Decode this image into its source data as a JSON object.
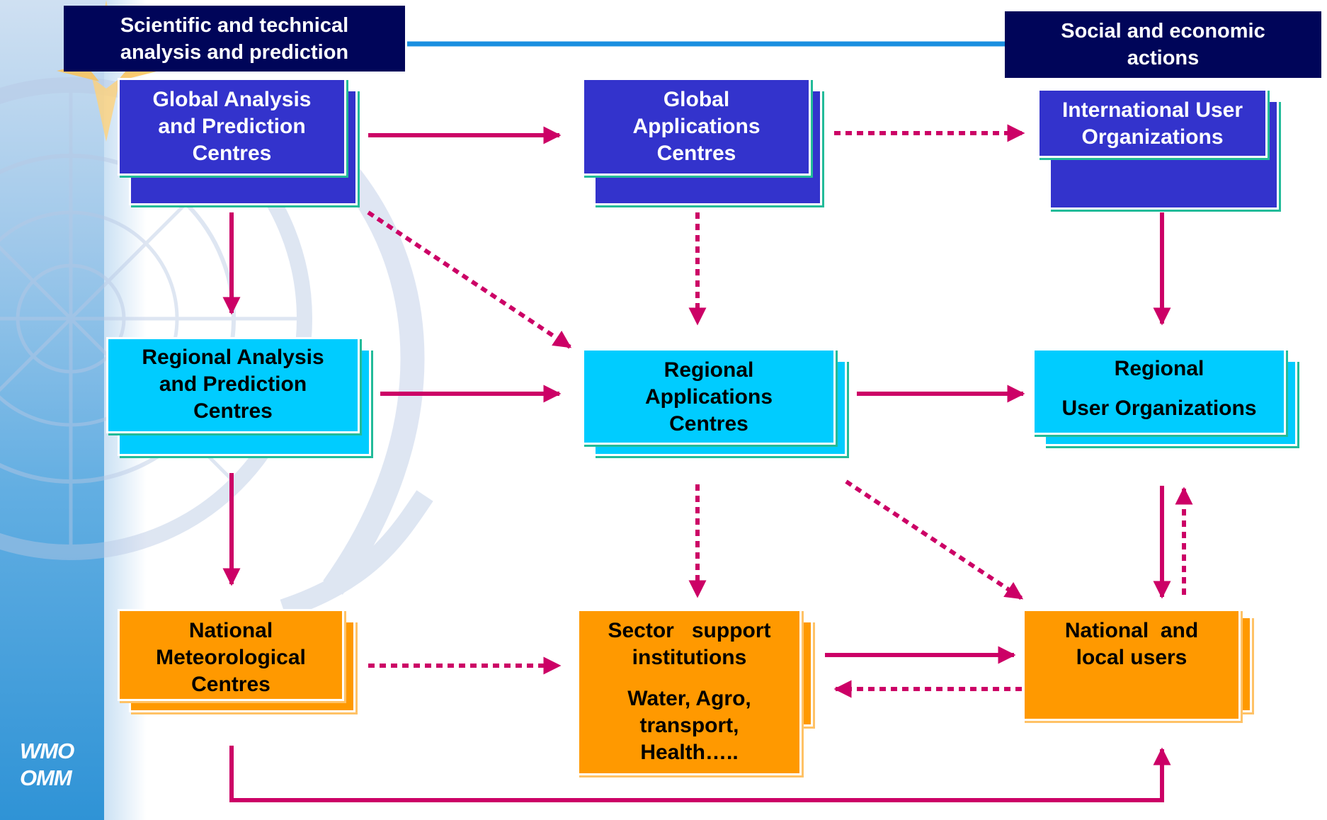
{
  "header": {
    "left_label": "Scientific and technical analysis and prediction",
    "right_label": "Social and economic actions"
  },
  "logo": {
    "line1": "WMO",
    "line2": "OMM"
  },
  "nodes": {
    "global_apc": "Global Analysis and Prediction Centres",
    "global_apps": "Global Applications Centres",
    "intl_users": "International User Organizations",
    "regional_apc": "Regional Analysis and Prediction Centres",
    "regional_apps": "Regional Applications Centres",
    "regional_users_line1": "Regional",
    "regional_users_line2": "User Organizations",
    "national_met": "National Meteorological Centres",
    "sector_line1": "Sector   support institutions",
    "sector_line2": "Water, Agro, transport, Health…..",
    "national_users": "National  and local users"
  },
  "colors": {
    "header": "#000559",
    "global": "#3333cc",
    "regional": "#00ccff",
    "national": "#ff9900",
    "arrow": "#cc0066",
    "flow_arrow": "#1a8fe0"
  }
}
